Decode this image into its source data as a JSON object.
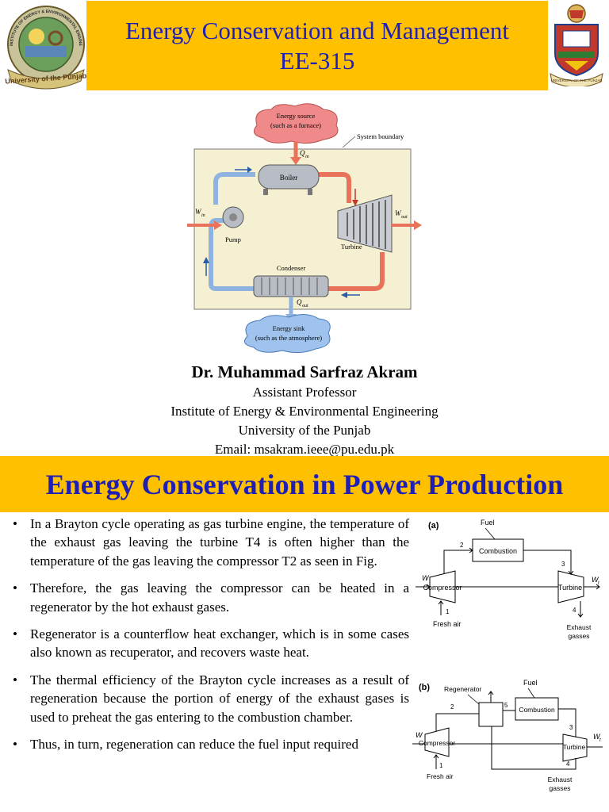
{
  "slide1": {
    "title_line1": "Energy Conservation and Management",
    "title_line2": "EE-315",
    "logo_left_text": "INSTITUTE OF ENERGY & ENVIRONMENTAL ENGINEERING",
    "logo_left_banner": "University of the Punjab",
    "logo_right_banner": "UNIVERSITY OF THE PUNJAB",
    "diagram": {
      "energy_source_line1": "Energy source",
      "energy_source_line2": "(such as a furnace)",
      "system_boundary": "System boundary",
      "q_in": "Q",
      "q_in_sub": "in",
      "boiler": "Boiler",
      "w_in": "W",
      "w_in_sub": "in",
      "w_out": "W",
      "w_out_sub": "out",
      "pump": "Pump",
      "turbine": "Turbine",
      "condenser": "Condenser",
      "q_out": "Q",
      "q_out_sub": "out",
      "energy_sink_line1": "Energy sink",
      "energy_sink_line2": "(such as the atmosphere)"
    },
    "author": {
      "name": "Dr. Muhammad Sarfraz Akram",
      "position": "Assistant Professor",
      "institute": "Institute of Energy & Environmental Engineering",
      "university": "University of the Punjab",
      "email": "Email: msakram.ieee@pu.edu.pk"
    }
  },
  "slide2": {
    "title": "Energy Conservation in Power Production",
    "bullets": [
      "In a Brayton cycle operating as gas turbine engine, the temperature of the exhaust gas leaving the turbine T4 is often higher than the temperature of the gas leaving the compressor T2 as seen in Fig.",
      "Therefore, the gas leaving the compressor can be heated in a regenerator by the hot exhaust gases.",
      "Regenerator is a counterflow heat exchanger, which is in some cases also known as recuperator, and recovers waste heat.",
      "The thermal efficiency of the Brayton cycle increases as a result of regeneration because the portion of energy of the exhaust gases is used to preheat the gas entering to the combustion chamber.",
      "Thus, in turn, regeneration can reduce the fuel input required"
    ],
    "fig_a": {
      "label": "(a)",
      "fuel": "Fuel",
      "combustion": "Combustion",
      "compressor": "Compressor",
      "turbine": "Turbine",
      "w": "W",
      "wt": "W",
      "wt_sub": "t",
      "fresh_air": "Fresh air",
      "exhaust_line1": "Exhaust",
      "exhaust_line2": "gasses",
      "n1": "1",
      "n2": "2",
      "n3": "3",
      "n4": "4"
    },
    "fig_b": {
      "label": "(b)",
      "regenerator": "Regenerator",
      "fuel": "Fuel",
      "combustion": "Combustion",
      "compressor": "Compressor",
      "turbine": "Turbine",
      "w": "W",
      "wt": "W",
      "wt_sub": "t",
      "fresh_air": "Fresh air",
      "exhaust_line1": "Exhaust",
      "exhaust_line2": "gasses",
      "n1": "1",
      "n2": "2",
      "n3": "3",
      "n4": "4",
      "n5": "5"
    }
  },
  "colors": {
    "band": "#ffc000",
    "title_blue": "#1f1fb4",
    "diagram_bg": "#f5f0d2",
    "hot_pipe": "#e8735a",
    "cold_pipe": "#8fb3e0",
    "cloud_red": "#f08a8a",
    "cloud_blue": "#9fc3ec"
  }
}
